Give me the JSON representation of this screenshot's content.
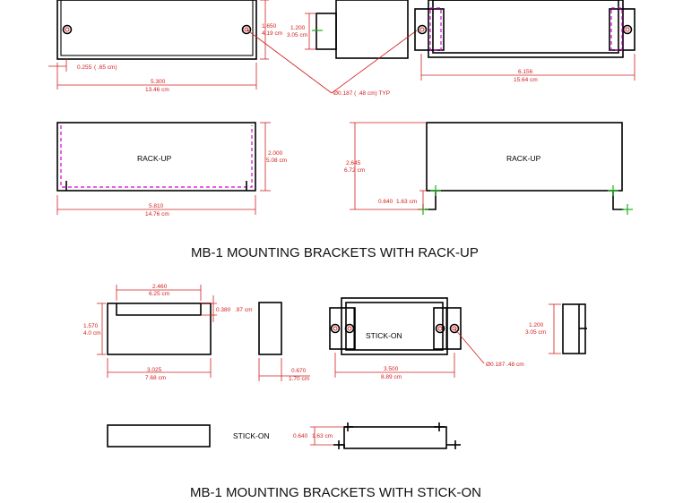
{
  "titles": {
    "rack_up": "MB-1 MOUNTING BRACKETS WITH RACK-UP",
    "stick_on": "MB-1 MOUNTING BRACKETS WITH STICK-ON"
  },
  "rack_up": {
    "front_view": {
      "width_in": "5.300",
      "width_cm": "13.46 cm",
      "height_in": "1.650",
      "height_cm": "4.19 cm",
      "edge_in": "0.255",
      "edge_cm": "( .65 cm)"
    },
    "side_view": {
      "height_in": "1.200",
      "height_cm": "3.05 cm"
    },
    "hole_note": "Ø0.187 ( .48 cm) TYP",
    "top_view": {
      "width_in": "6.156",
      "width_cm": "15.64 cm"
    },
    "rack_top": {
      "label": "RACK-UP",
      "width_in": "5.810",
      "width_cm": "14.76 cm",
      "height_in": "2.000",
      "height_cm": "5.08 cm"
    },
    "rack_side": {
      "label": "RACK-UP",
      "height_in": "2.645",
      "height_cm": "6.72 cm",
      "offset_in": "0.640",
      "offset_cm": "1.63 cm"
    }
  },
  "stick_on": {
    "front": {
      "top_in": "2.460",
      "top_cm": "6.25 cm",
      "height_in": "1.570",
      "height_cm": "4.0 cm",
      "bottom_in": "3.025",
      "bottom_cm": "7.68 cm",
      "notch_in": "0.380",
      "notch_cm": ".97 cm"
    },
    "side": {
      "width_in": "0.670",
      "width_cm": "1.70 cm"
    },
    "assembly": {
      "label": "STICK-ON",
      "width_in": "3.500",
      "width_cm": "8.89 cm",
      "hole_note": "Ø0.187  .48 cm"
    },
    "right_side": {
      "height_in": "1.200",
      "height_cm": "3.05 cm"
    },
    "bottom": {
      "label": "STICK-ON",
      "offset_in": "0.640",
      "offset_cm": "1.63 cm"
    }
  }
}
